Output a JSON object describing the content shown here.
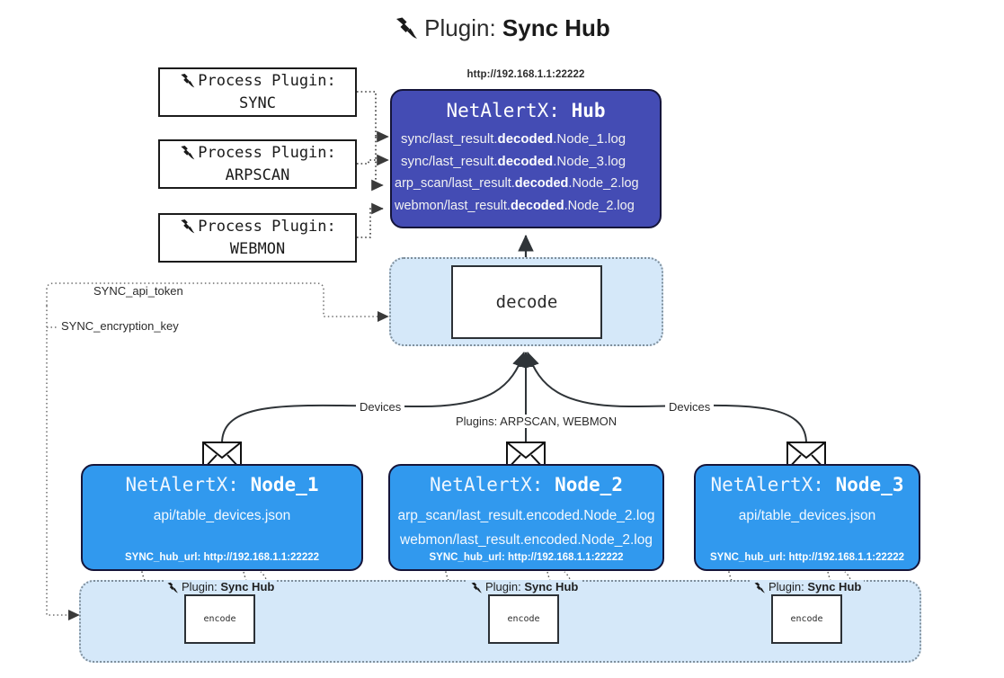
{
  "page": {
    "title_prefix": "Plugin:",
    "title_name": "Sync Hub",
    "title_icon": "plug-icon"
  },
  "colors": {
    "hub_blue": "#444cb4",
    "node_blue": "#3199ee",
    "panel_blue": "#d5e8f9",
    "stroke_dark": "#15153a",
    "text_dark": "#262626"
  },
  "process_plugins": [
    {
      "line1": "Process Plugin:",
      "line2": "SYNC",
      "icon": "plug-icon"
    },
    {
      "line1": "Process Plugin:",
      "line2": "ARPSCAN",
      "icon": "plug-icon"
    },
    {
      "line1": "Process Plugin:",
      "line2": "WEBMON",
      "icon": "plug-icon"
    }
  ],
  "hub": {
    "url": "http://192.168.1.1:22222",
    "title_prefix": "NetAlertX:",
    "title_name": "Hub",
    "rows": [
      {
        "pre": "sync/last_result.",
        "em": "decoded",
        "post": ".Node_1.log"
      },
      {
        "pre": "sync/last_result.",
        "em": "decoded",
        "post": ".Node_3.log"
      },
      {
        "pre": "arp_scan/last_result.",
        "em": "decoded",
        "post": ".Node_2.log"
      },
      {
        "pre": "webmon/last_result.",
        "em": "decoded",
        "post": ".Node_2.log"
      }
    ]
  },
  "decode": {
    "label": "decode"
  },
  "secrets": {
    "api_token": "SYNC_api_token",
    "encryption_key": "SYNC_encryption_key"
  },
  "edge_labels": {
    "devices_left": "Devices",
    "devices_right": "Devices",
    "plugins_middle": "Plugins: ARPSCAN, WEBMON"
  },
  "nodes": [
    {
      "title_prefix": "NetAlertX:",
      "title_name": "Node_1",
      "lines": [
        "api/table_devices.json"
      ],
      "footer": "SYNC_hub_url: http://192.168.1.1:22222",
      "mail_icon": "envelope-icon"
    },
    {
      "title_prefix": "NetAlertX:",
      "title_name": "Node_2",
      "lines": [
        "arp_scan/last_result.encoded.Node_2.log",
        "webmon/last_result.encoded.Node_2.log"
      ],
      "footer": "SYNC_hub_url: http://192.168.1.1:22222",
      "mail_icon": "envelope-icon"
    },
    {
      "title_prefix": "NetAlertX:",
      "title_name": "Node_3",
      "lines": [
        "api/table_devices.json"
      ],
      "footer": "SYNC_hub_url: http://192.168.1.1:22222",
      "mail_icon": "envelope-icon"
    }
  ],
  "encoders": [
    {
      "tag_prefix": "Plugin:",
      "tag_name": "Sync Hub",
      "label": "encode",
      "icon": "plug-icon"
    },
    {
      "tag_prefix": "Plugin:",
      "tag_name": "Sync Hub",
      "label": "encode",
      "icon": "plug-icon"
    },
    {
      "tag_prefix": "Plugin:",
      "tag_name": "Sync Hub",
      "label": "encode",
      "icon": "plug-icon"
    }
  ]
}
